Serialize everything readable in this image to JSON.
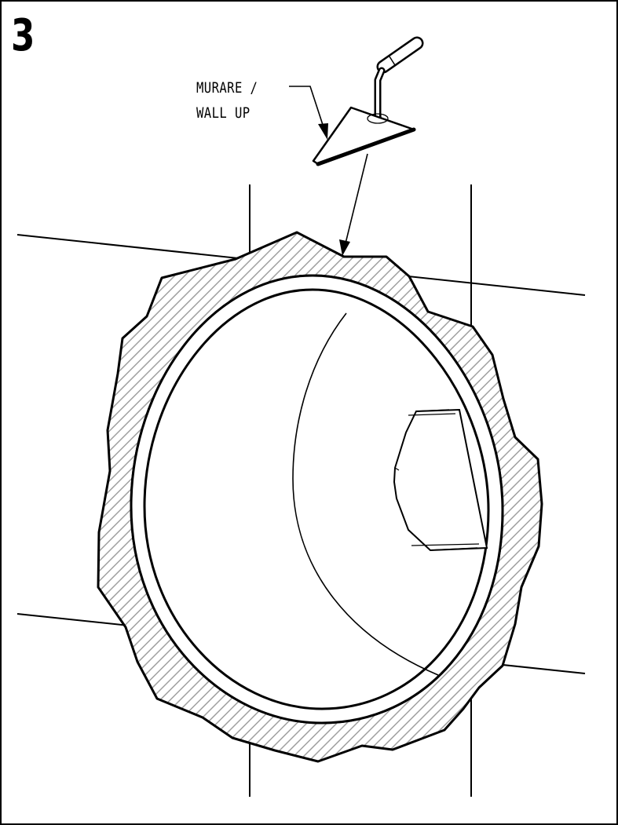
{
  "step": {
    "number": "3"
  },
  "callout": {
    "line1": "MURARE /",
    "line2": "WALL UP"
  },
  "colors": {
    "stroke": "#000000",
    "hatch": "#9a9a9a",
    "background": "#ffffff"
  },
  "icons": {
    "tool": "trowel-icon"
  }
}
